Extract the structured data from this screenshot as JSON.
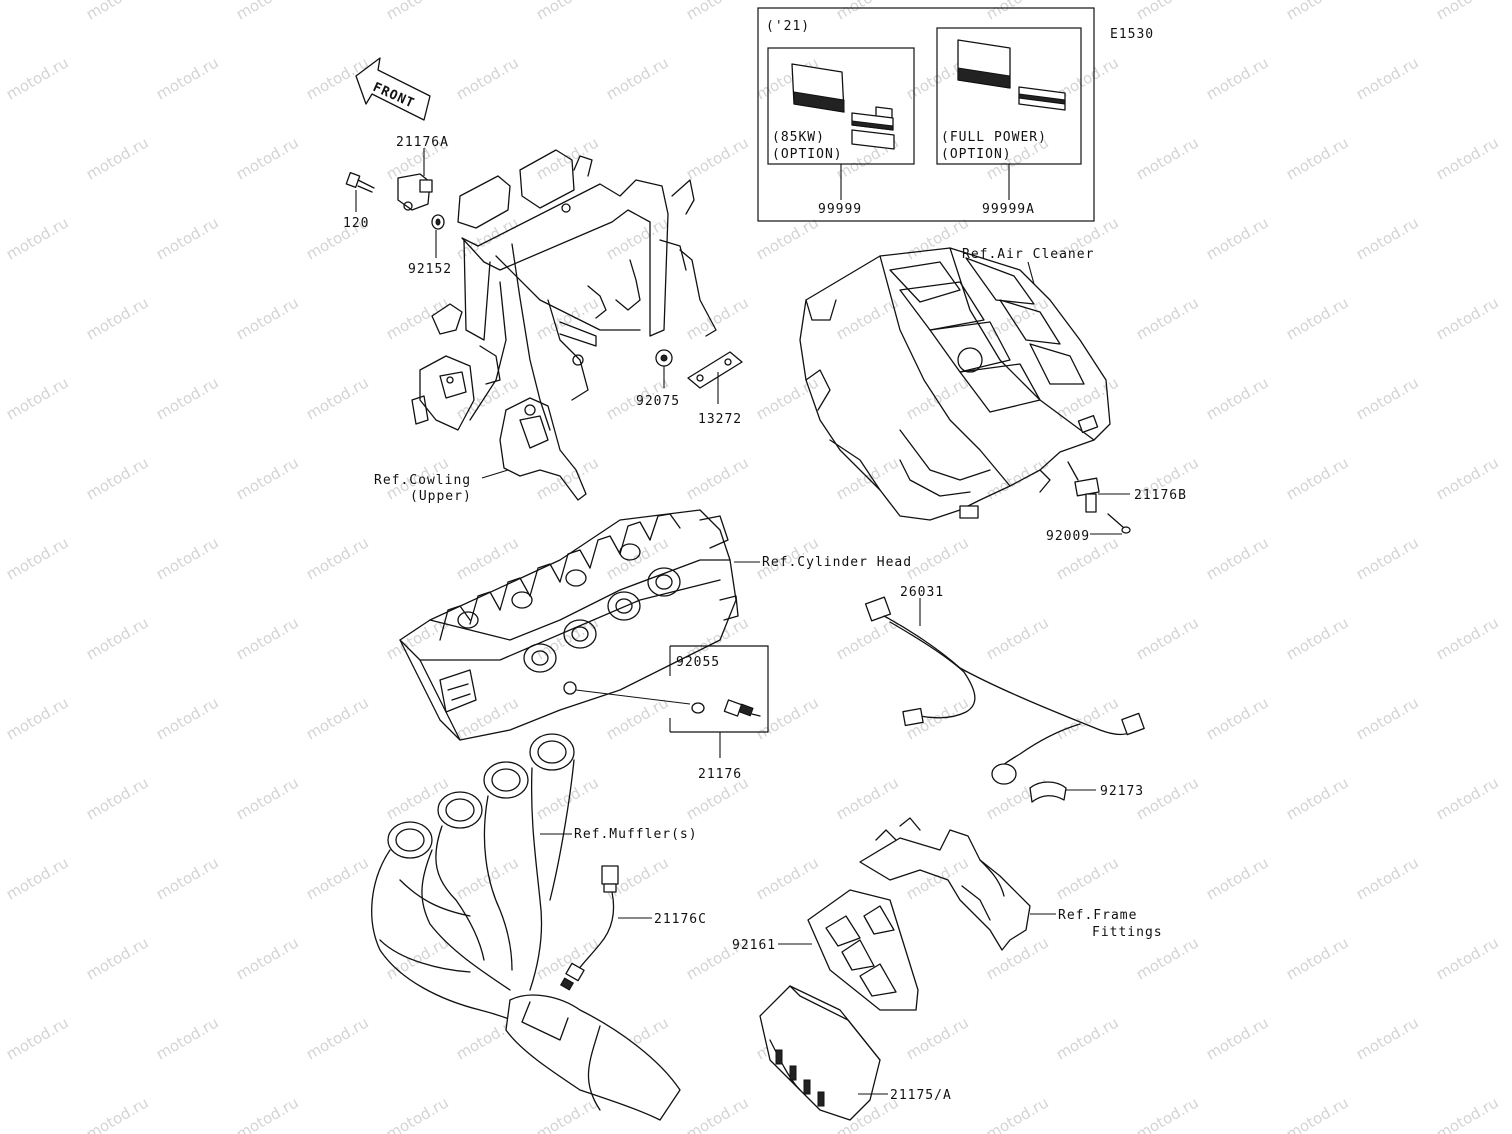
{
  "diagram": {
    "code": "E1530",
    "year_box": {
      "year": "('21)",
      "left": {
        "line1": "(85KW)",
        "line2": "(OPTION)",
        "part": "99999"
      },
      "right": {
        "line1": "(FULL POWER)",
        "line2": "(OPTION)",
        "part": "99999A"
      }
    },
    "front_arrow": "FRONT",
    "parts": {
      "p21176A": "21176A",
      "p120": "120",
      "p92152": "92152",
      "p92075": "92075",
      "p13272": "13272",
      "p21176B": "21176B",
      "p92009": "92009",
      "p26031": "26031",
      "p92055": "92055",
      "p21176": "21176",
      "p92173": "92173",
      "p21176C": "21176C",
      "p92161": "92161",
      "p21175A": "21175/A"
    },
    "refs": {
      "air_cleaner": "Ref.Air Cleaner",
      "cowling_line1": "Ref.Cowling",
      "cowling_line2": "(Upper)",
      "cylinder_head": "Ref.Cylinder Head",
      "mufflers": "Ref.Muffler(s)",
      "frame_line1": "Ref.Frame",
      "frame_line2": "Fittings"
    },
    "watermark": "motod.ru"
  }
}
